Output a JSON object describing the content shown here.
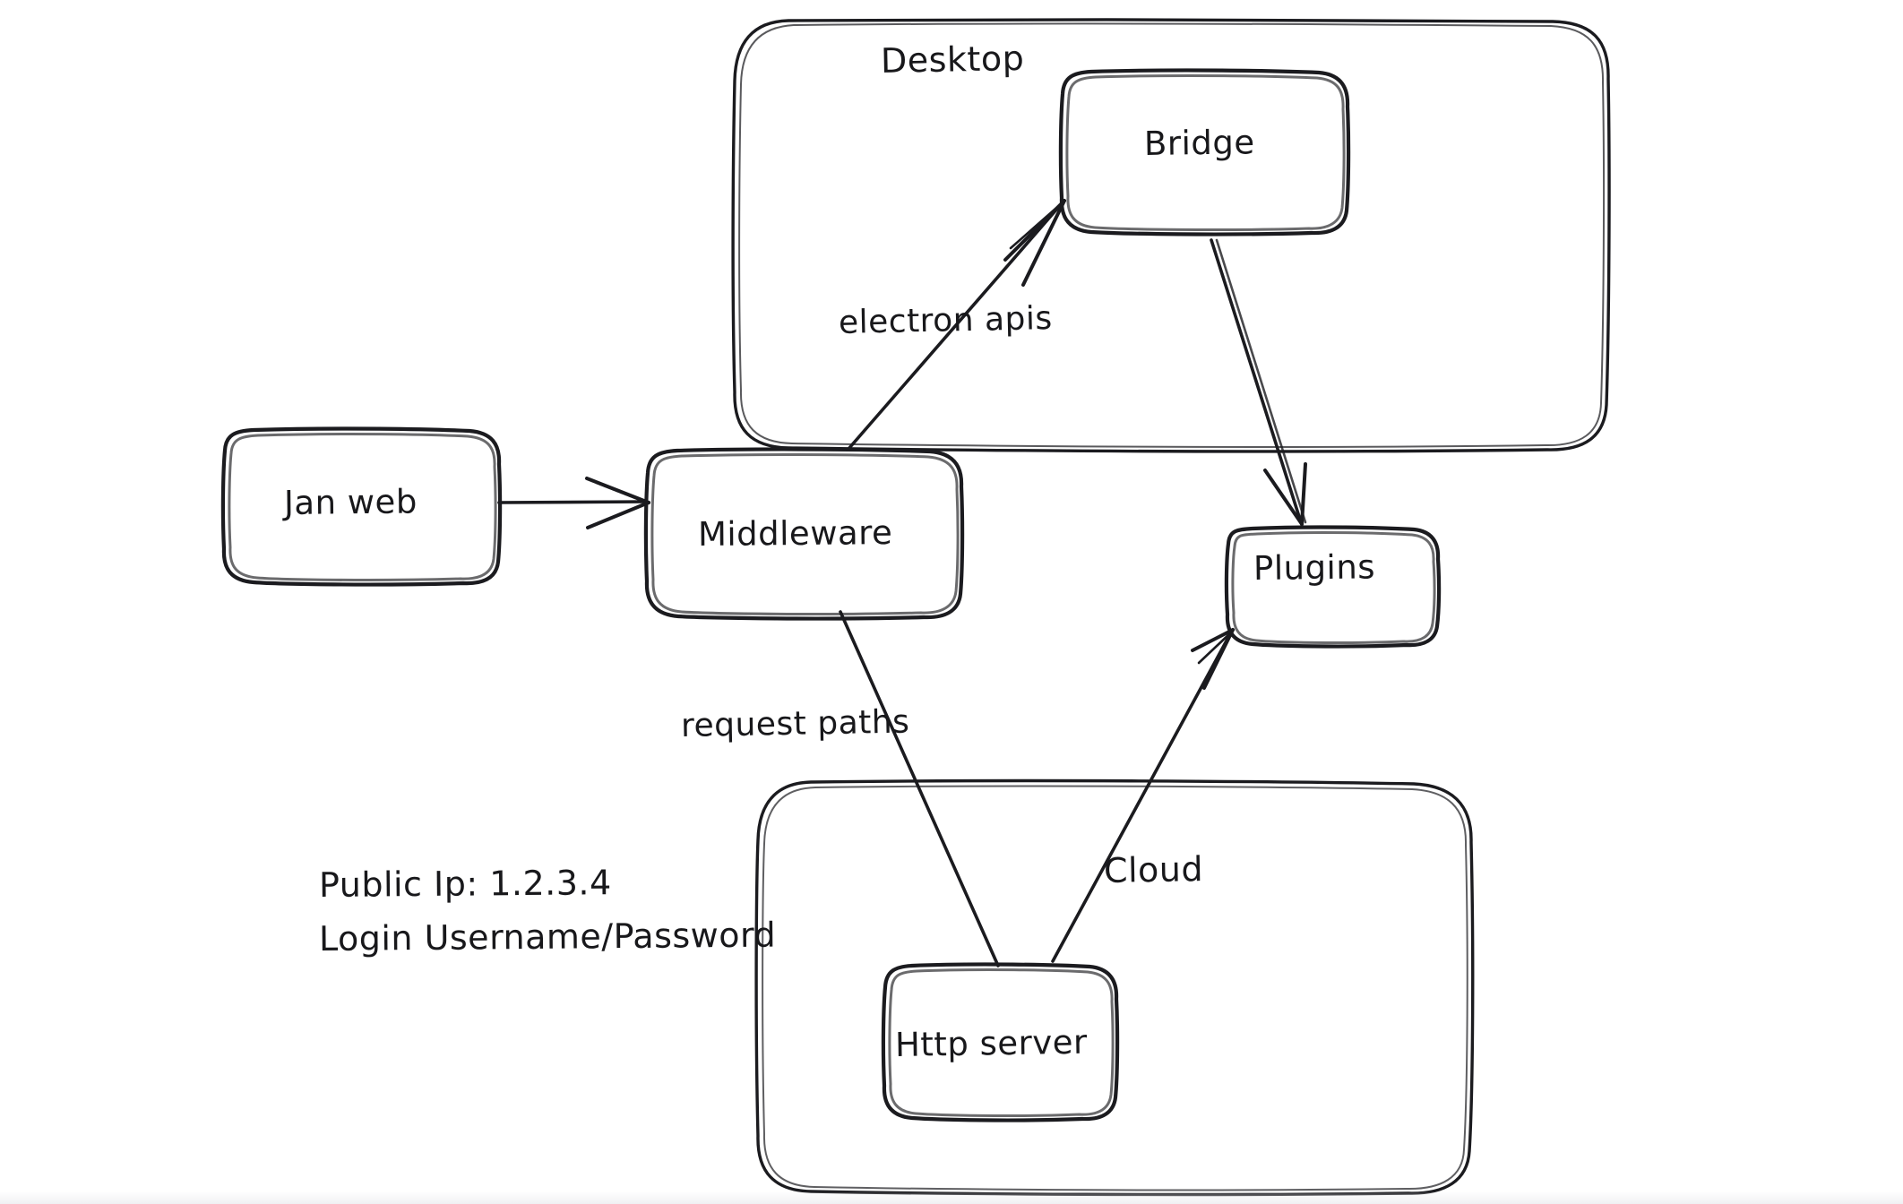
{
  "diagram": {
    "title": "Jan architecture sketch",
    "style": "hand-drawn whiteboard",
    "background_color": "#ffffff",
    "stroke_color": "#1b1b1f",
    "containers": [
      {
        "id": "desktop",
        "label": "Desktop"
      },
      {
        "id": "cloud",
        "label": "Cloud"
      }
    ],
    "nodes": [
      {
        "id": "jan-web",
        "label": "Jan web"
      },
      {
        "id": "middleware",
        "label": "Middleware"
      },
      {
        "id": "bridge",
        "label": "Bridge"
      },
      {
        "id": "plugins",
        "label": "Plugins"
      },
      {
        "id": "http-server",
        "label": "Http server"
      }
    ],
    "edges": [
      {
        "id": "janweb-middleware",
        "from": "jan-web",
        "to": "middleware",
        "label": ""
      },
      {
        "id": "middleware-bridge",
        "from": "middleware",
        "to": "bridge",
        "label": "electron apis"
      },
      {
        "id": "bridge-plugins",
        "from": "bridge",
        "to": "plugins",
        "label": ""
      },
      {
        "id": "middleware-httpserver",
        "from": "middleware",
        "to": "http-server",
        "label": "request paths"
      },
      {
        "id": "httpserver-plugins",
        "from": "http-server",
        "to": "plugins",
        "label": ""
      }
    ],
    "notes": {
      "line1": "Public Ip: 1.2.3.4",
      "line2": "Login Username/Password"
    }
  }
}
